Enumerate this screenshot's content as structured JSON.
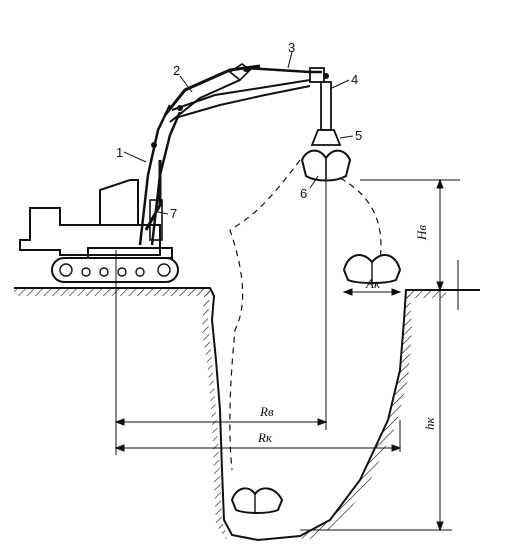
{
  "labels": {
    "part_1": "1",
    "part_2": "2",
    "part_3": "3",
    "part_4": "4",
    "part_5": "5",
    "part_6": "6",
    "part_7": "7"
  },
  "dimensions": {
    "h_v": "Hв",
    "a_k": "Aк",
    "r_v": "Rв",
    "r_k": "Rк",
    "h_k": "hк"
  },
  "colors": {
    "ink": "#111111",
    "background": "#ffffff"
  }
}
